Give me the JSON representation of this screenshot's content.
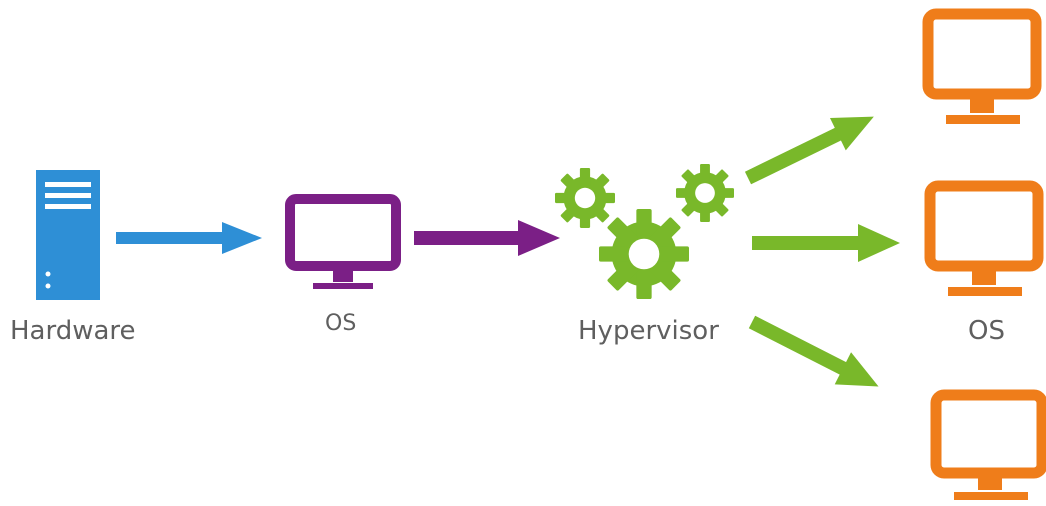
{
  "labels": {
    "hardware": "Hardware",
    "os_host": "OS",
    "hypervisor": "Hypervisor",
    "os_guests": "OS"
  },
  "colors": {
    "hardware": "#2e8fd6",
    "os_host": "#7b1f86",
    "hypervisor": "#79b82a",
    "guest": "#ef7d1a",
    "label_text": "#5f5f5f"
  },
  "icons": {
    "hardware": "server-icon",
    "os_host": "monitor-icon",
    "hypervisor": "gears-icon",
    "guests": "monitor-icon"
  }
}
